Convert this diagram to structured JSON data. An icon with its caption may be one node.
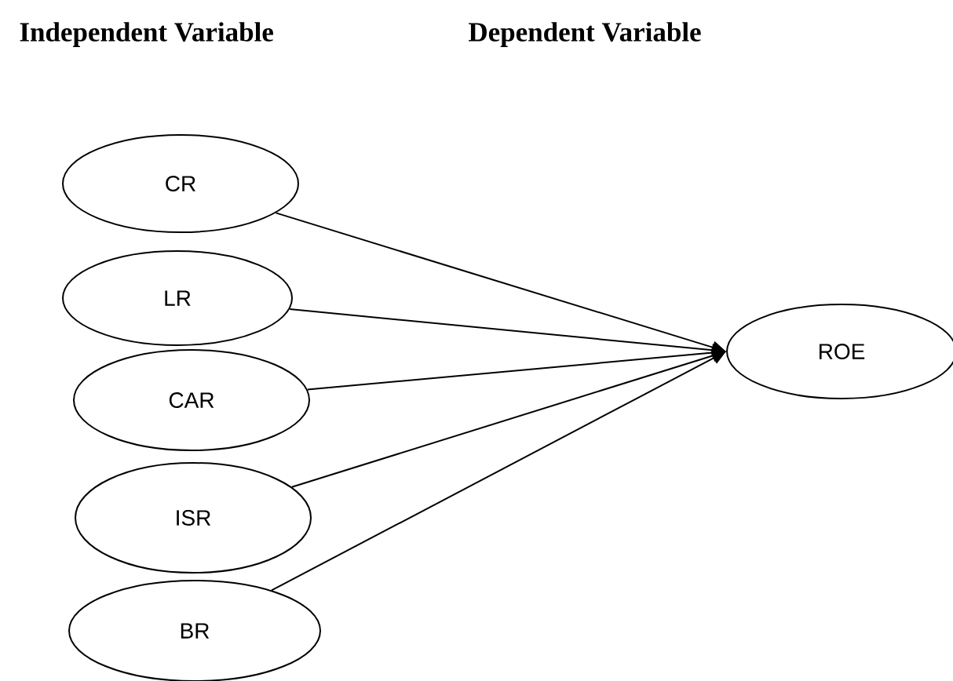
{
  "diagram": {
    "nodes": [
      {
        "text": [
          "CR"
        ]
      },
      {
        "text": [
          "LR"
        ]
      },
      {
        "text": [
          "CAR"
        ]
      },
      {
        "text": [
          "ISR"
        ]
      },
      {
        "text": [
          "BR"
        ]
      },
      {
        "text": [
          "ROE"
        ]
      }
    ],
    "edges": [
      {
        "from": 0,
        "to": 5,
        "arrow": "to"
      },
      {
        "from": 1,
        "to": 5,
        "arrow": "to"
      },
      {
        "from": 2,
        "to": 5,
        "arrow": "to"
      },
      {
        "from": 3,
        "to": 5,
        "arrow": "to"
      },
      {
        "from": 4,
        "to": 5,
        "arrow": "to"
      }
    ],
    "labels": [
      "Independent Variable",
      "Dependent Variable"
    ]
  }
}
